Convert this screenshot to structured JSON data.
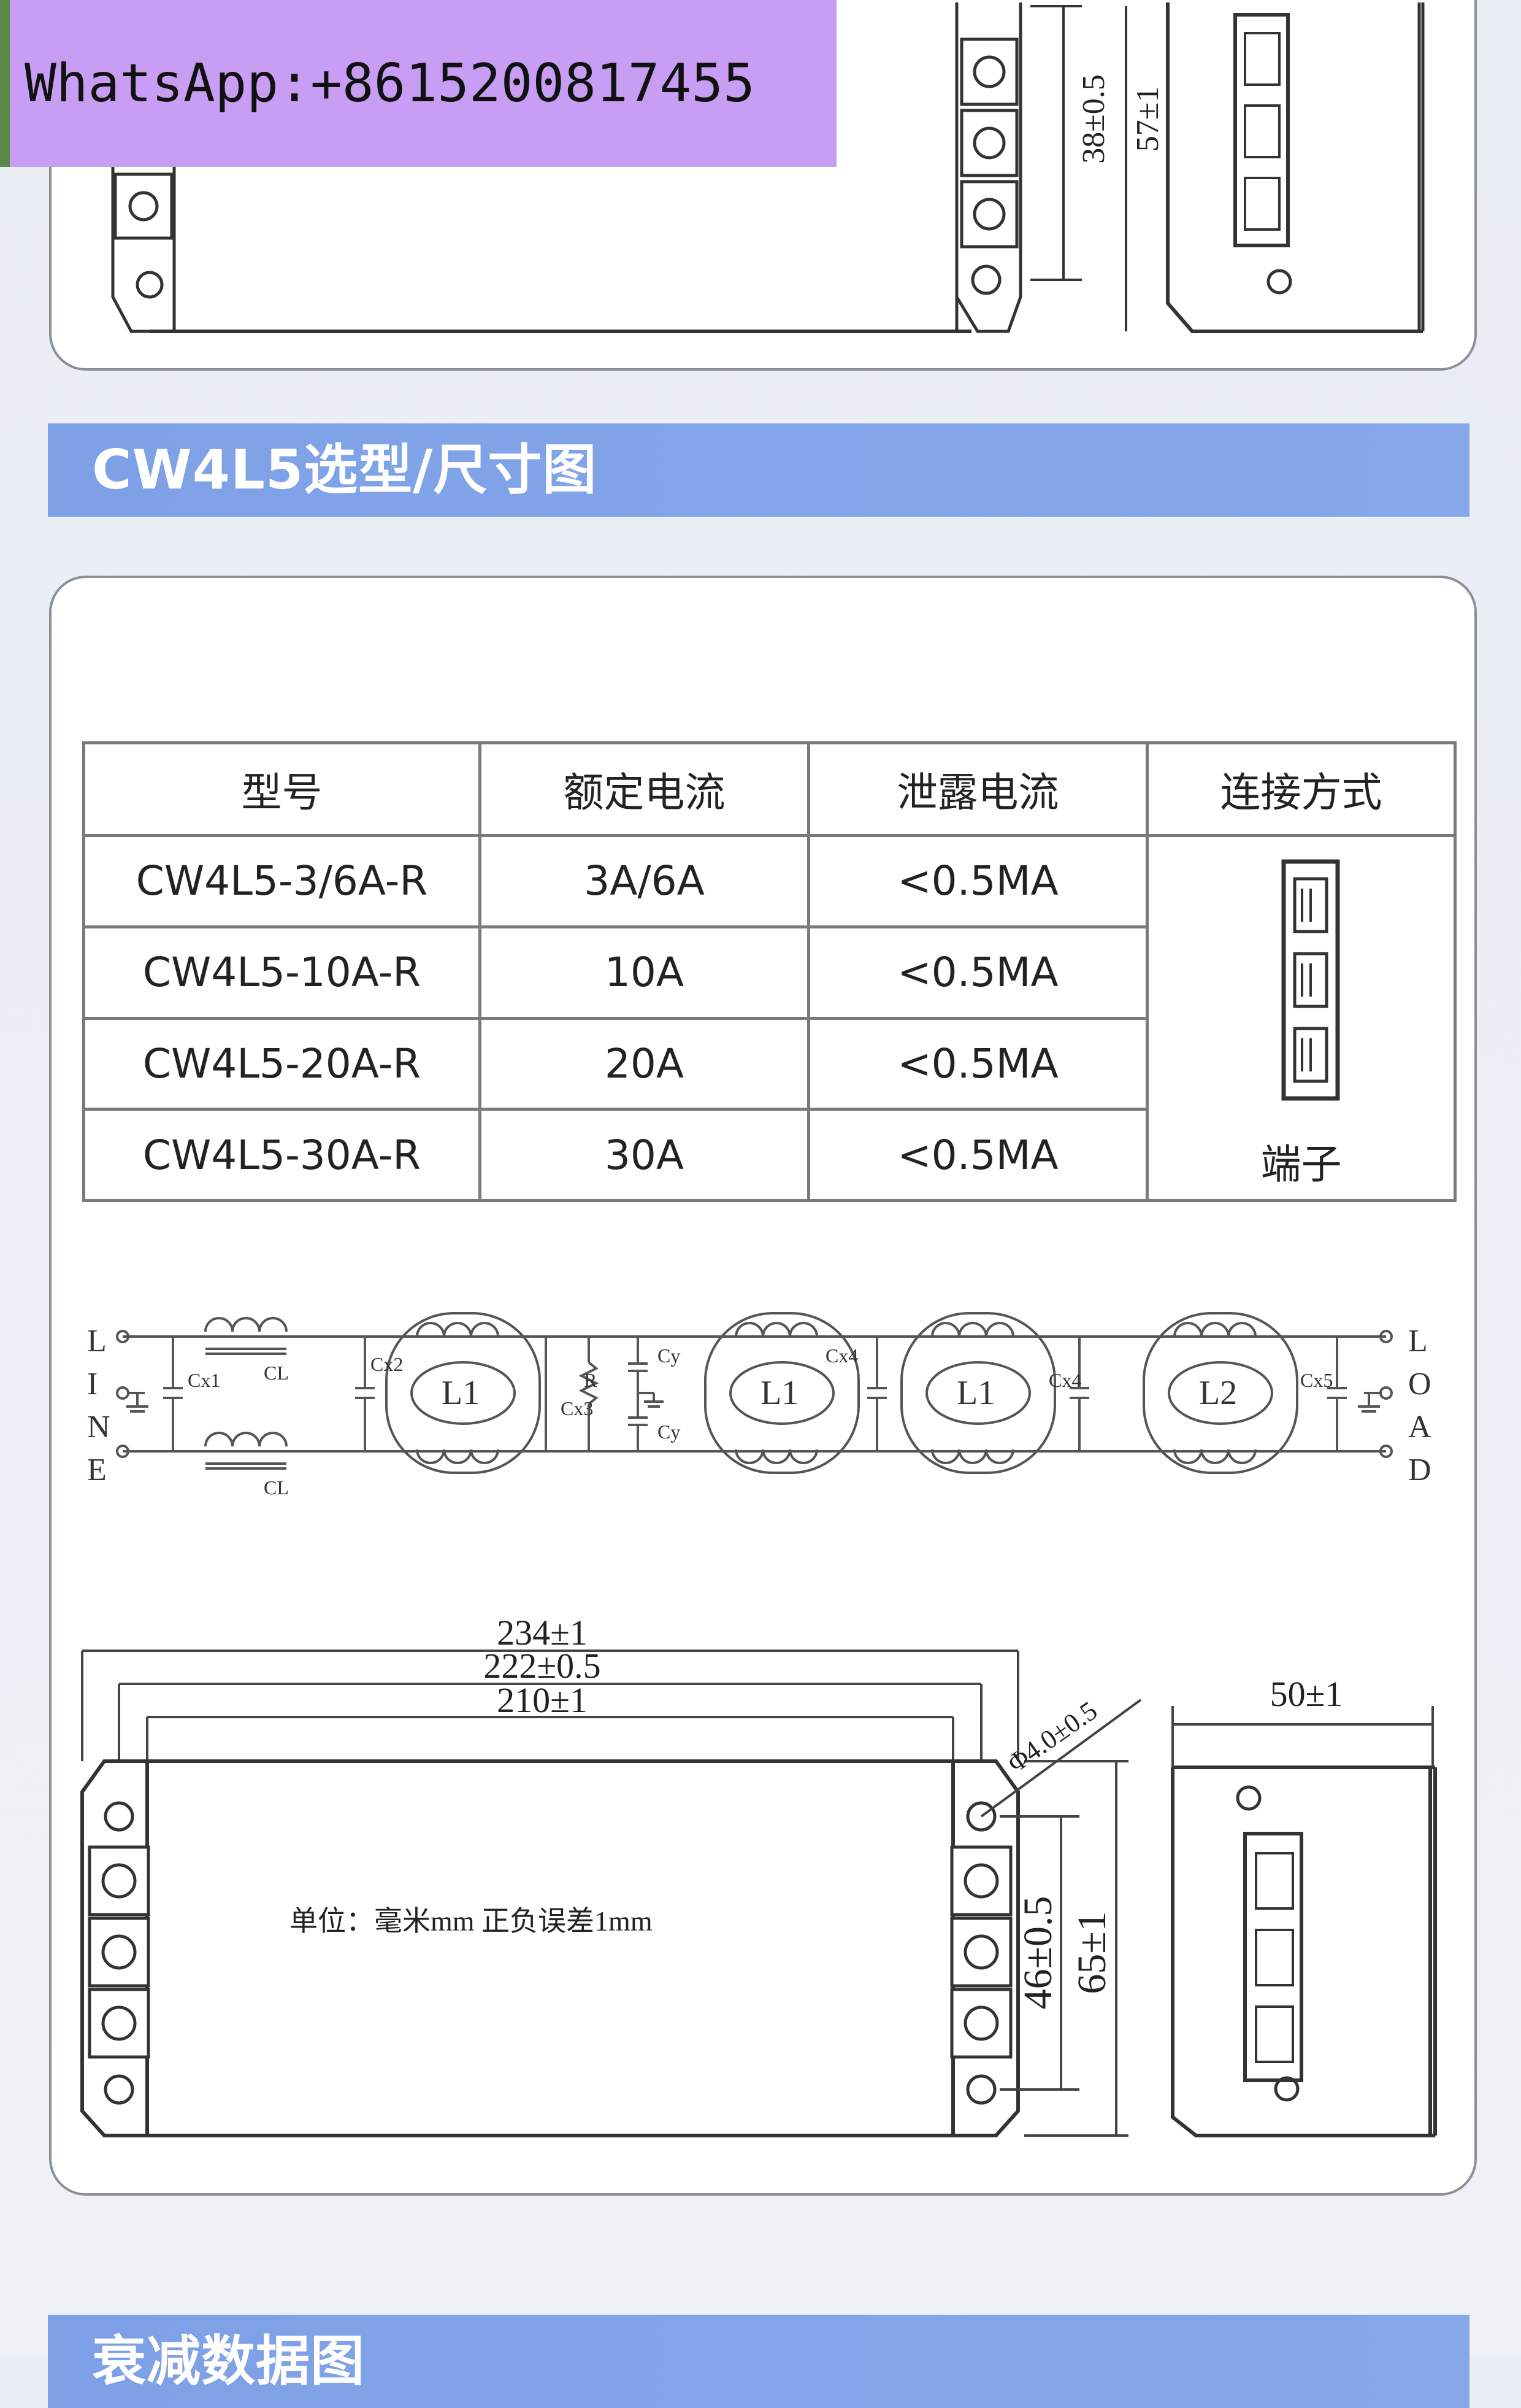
{
  "watermark": "WhatsApp:+8615200817455",
  "sections": [
    {
      "title": "CW4L5选型/尺寸图"
    },
    {
      "title": "衰减数据图"
    }
  ],
  "top_drawing": {
    "dim_inner": "38±0.5",
    "dim_outer": "57±1"
  },
  "spec_table": {
    "headers": [
      "型号",
      "额定电流",
      "泄露电流",
      "连接方式"
    ],
    "rows": [
      [
        "CW4L5-3/6A-R",
        "3A/6A",
        "<0.5MA"
      ],
      [
        "CW4L5-10A-R",
        "10A",
        "<0.5MA"
      ],
      [
        "CW4L5-20A-R",
        "20A",
        "<0.5MA"
      ],
      [
        "CW4L5-30A-R",
        "30A",
        "<0.5MA"
      ]
    ],
    "connection": "端子"
  },
  "circuit": {
    "line_letters": [
      "L",
      "I",
      "N",
      "E"
    ],
    "load_letters": [
      "L",
      "O",
      "A",
      "D"
    ],
    "labels": [
      "Cx1",
      "CL",
      "CL",
      "Cx2",
      "L1",
      "R",
      "Cx3",
      "Cy",
      "Cy",
      "L1",
      "Cx4",
      "L1",
      "Cx4",
      "L2",
      "Cx5"
    ]
  },
  "dimension_drawing": {
    "length_overall": "234±1",
    "length_mount": "222±0.5",
    "length_body": "210±1",
    "hole": "Φ4.0±0.5",
    "width": "50±1",
    "height_inner": "46±0.5",
    "height_outer": "65±1",
    "note": "单位：毫米mm 正负误差1mm"
  }
}
